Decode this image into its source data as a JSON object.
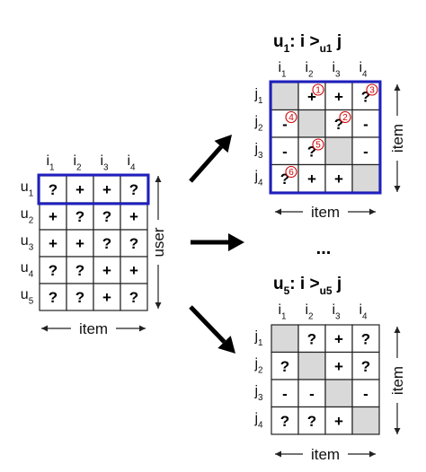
{
  "left_matrix": {
    "col_headers": [
      {
        "main": "i",
        "sub": "1"
      },
      {
        "main": "i",
        "sub": "2"
      },
      {
        "main": "i",
        "sub": "3"
      },
      {
        "main": "i",
        "sub": "4"
      }
    ],
    "row_headers": [
      {
        "main": "u",
        "sub": "1"
      },
      {
        "main": "u",
        "sub": "2"
      },
      {
        "main": "u",
        "sub": "3"
      },
      {
        "main": "u",
        "sub": "4"
      },
      {
        "main": "u",
        "sub": "5"
      }
    ],
    "cells": [
      [
        "?",
        "+",
        "+",
        "?"
      ],
      [
        "+",
        "?",
        "?",
        "+"
      ],
      [
        "+",
        "+",
        "?",
        "?"
      ],
      [
        "?",
        "?",
        "+",
        "+"
      ],
      [
        "?",
        "?",
        "+",
        "?"
      ]
    ],
    "bottom_axis_label": "item",
    "side_axis_label": "user",
    "highlight_row": 0
  },
  "top_matrix": {
    "title": {
      "u": "u",
      "u_sub": "1",
      "colon": ":",
      "i": "i",
      "gt": ">",
      "gt_sub": "u1",
      "j": "j"
    },
    "col_headers": [
      {
        "main": "i",
        "sub": "1"
      },
      {
        "main": "i",
        "sub": "2"
      },
      {
        "main": "i",
        "sub": "3"
      },
      {
        "main": "i",
        "sub": "4"
      }
    ],
    "row_headers": [
      {
        "main": "j",
        "sub": "1"
      },
      {
        "main": "j",
        "sub": "2"
      },
      {
        "main": "j",
        "sub": "3"
      },
      {
        "main": "j",
        "sub": "4"
      }
    ],
    "cells": [
      [
        "",
        "+",
        "+",
        "?"
      ],
      [
        "-",
        "",
        "?",
        "-"
      ],
      [
        "-",
        "?",
        "",
        "-"
      ],
      [
        "?",
        "+",
        "+",
        ""
      ]
    ],
    "circled_markers": [
      {
        "label": "1",
        "row": 0,
        "col": 1
      },
      {
        "label": "2",
        "row": 1,
        "col": 2
      },
      {
        "label": "3",
        "row": 0,
        "col": 3
      },
      {
        "label": "4",
        "row": 1,
        "col": 0
      },
      {
        "label": "5",
        "row": 2,
        "col": 1
      },
      {
        "label": "6",
        "row": 3,
        "col": 0
      }
    ],
    "bottom_axis_label": "item",
    "side_axis_label": "item"
  },
  "ellipsis": "...",
  "bottom_matrix": {
    "title": {
      "u": "u",
      "u_sub": "5",
      "colon": ":",
      "i": "i",
      "gt": ">",
      "gt_sub": "u5",
      "j": "j"
    },
    "col_headers": [
      {
        "main": "i",
        "sub": "1"
      },
      {
        "main": "i",
        "sub": "2"
      },
      {
        "main": "i",
        "sub": "3"
      },
      {
        "main": "i",
        "sub": "4"
      }
    ],
    "row_headers": [
      {
        "main": "j",
        "sub": "1"
      },
      {
        "main": "j",
        "sub": "2"
      },
      {
        "main": "j",
        "sub": "3"
      },
      {
        "main": "j",
        "sub": "4"
      }
    ],
    "cells": [
      [
        "",
        "?",
        "+",
        "?"
      ],
      [
        "?",
        "",
        "+",
        "?"
      ],
      [
        "-",
        "-",
        "",
        "-"
      ],
      [
        "?",
        "?",
        "+",
        ""
      ]
    ],
    "bottom_axis_label": "item",
    "side_axis_label": "item"
  },
  "colors": {
    "highlight": "#1f1fbf",
    "diagonal": "#d9d9d9",
    "marker": "#d00000",
    "line": "#222222",
    "arrow": "#000000"
  }
}
